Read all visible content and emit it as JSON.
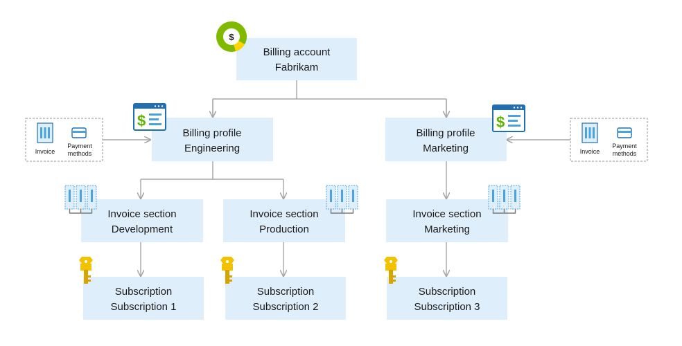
{
  "colors": {
    "box_fill": "#dfeefb",
    "connector": "#a6a6a6",
    "dashed_border": "#a6a6a6",
    "icon_blue": "#4aa3df",
    "icon_dark_blue": "#1f6fb2",
    "dollar_green": "#5db300",
    "key_gold": "#f2c200",
    "donut_green": "#7fba00",
    "donut_yellow": "#ffd400"
  },
  "billing_account": {
    "line1": "Billing account",
    "line2": "Fabrikam"
  },
  "billing_profiles": [
    {
      "line1": "Billing profile",
      "line2": "Engineering"
    },
    {
      "line1": "Billing profile",
      "line2": "Marketing"
    }
  ],
  "invoice_sections": [
    {
      "line1": "Invoice section",
      "line2": "Development"
    },
    {
      "line1": "Invoice section",
      "line2": "Production"
    },
    {
      "line1": "Invoice section",
      "line2": "Marketing"
    }
  ],
  "subscriptions": [
    {
      "line1": "Subscription",
      "line2": "Subscription 1"
    },
    {
      "line1": "Subscription",
      "line2": "Subscription 2"
    },
    {
      "line1": "Subscription",
      "line2": "Subscription 3"
    }
  ],
  "payment_panels": [
    {
      "invoice_label": "Invoice",
      "payment_line1": "Payment",
      "payment_line2": "methods"
    },
    {
      "invoice_label": "Invoice",
      "payment_line1": "Payment",
      "payment_line2": "methods"
    }
  ],
  "icons": {
    "account": "billing-account-donut-icon",
    "profile": "billing-profile-window-icon",
    "section": "invoice-section-icon",
    "subscription": "key-icon",
    "invoice": "invoice-icon",
    "payment": "credit-card-icon"
  }
}
